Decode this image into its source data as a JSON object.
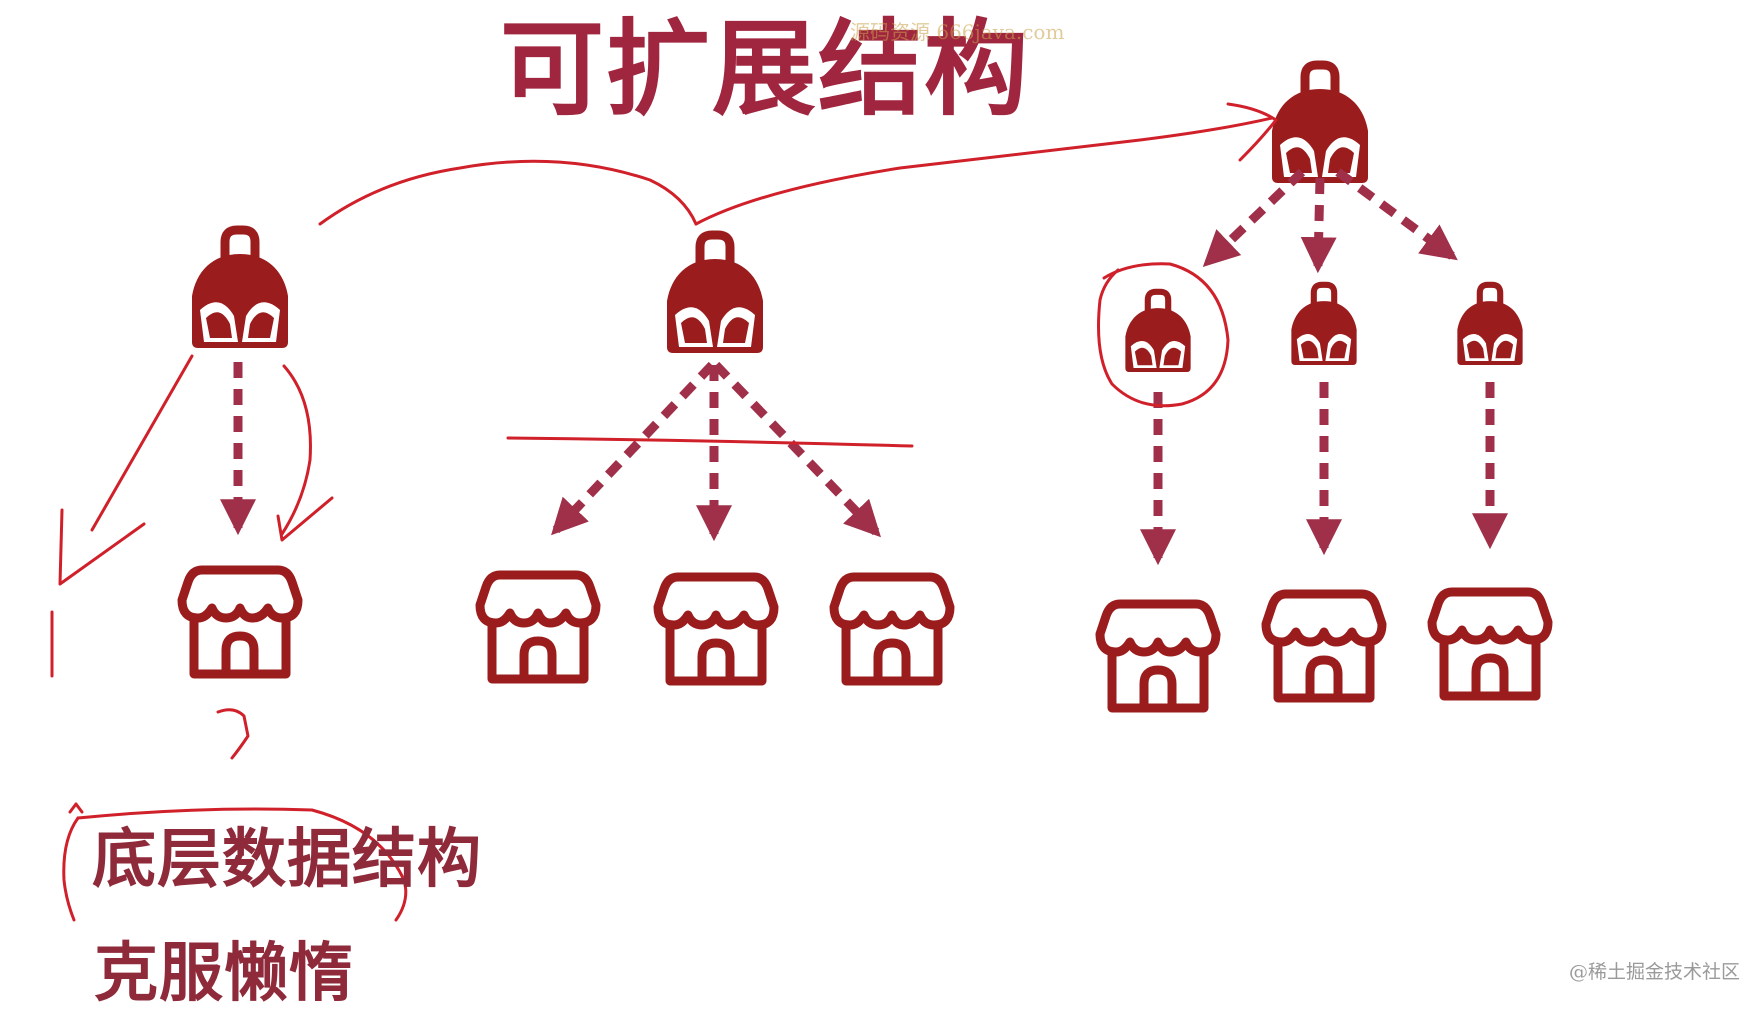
{
  "title": "可扩展结构",
  "watermark": "源码资源  666java.com",
  "captions": [
    "底层数据结构",
    "克服懒惰"
  ],
  "footer": "@稀土掘金技术社区",
  "colors": {
    "icon": "#9b1c1c",
    "arrow": "#a0304a",
    "ink": "#d0202a",
    "title": "#a0253f"
  },
  "icons": {
    "hub": "bag-icon",
    "leaf": "store-icon"
  }
}
